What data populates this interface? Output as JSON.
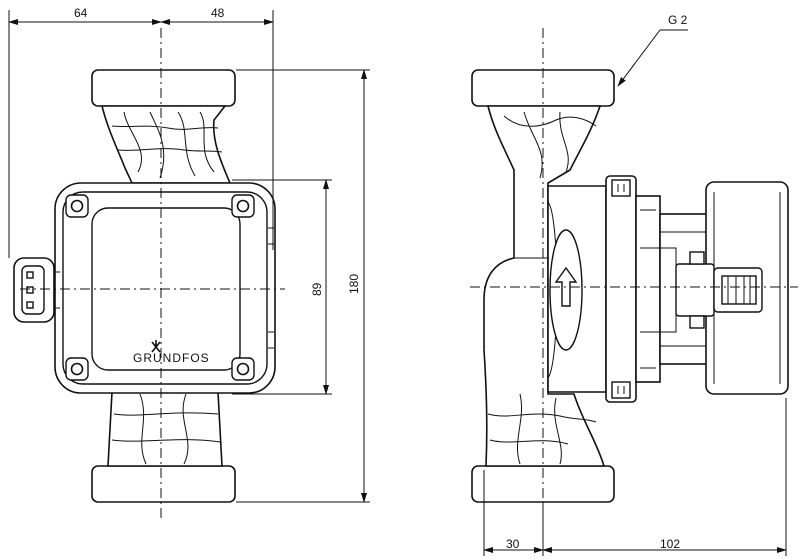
{
  "drawing": {
    "front_view": {
      "brand_label": "GRUNDFOS",
      "dims": {
        "width_left": "64",
        "width_right": "48",
        "height_face": "89",
        "height_total": "180"
      }
    },
    "side_view": {
      "thread_label": "G 2",
      "dims": {
        "depth_left": "30",
        "depth_right": "102"
      }
    },
    "colors": {
      "line": "#111111",
      "background": "#ffffff"
    }
  }
}
